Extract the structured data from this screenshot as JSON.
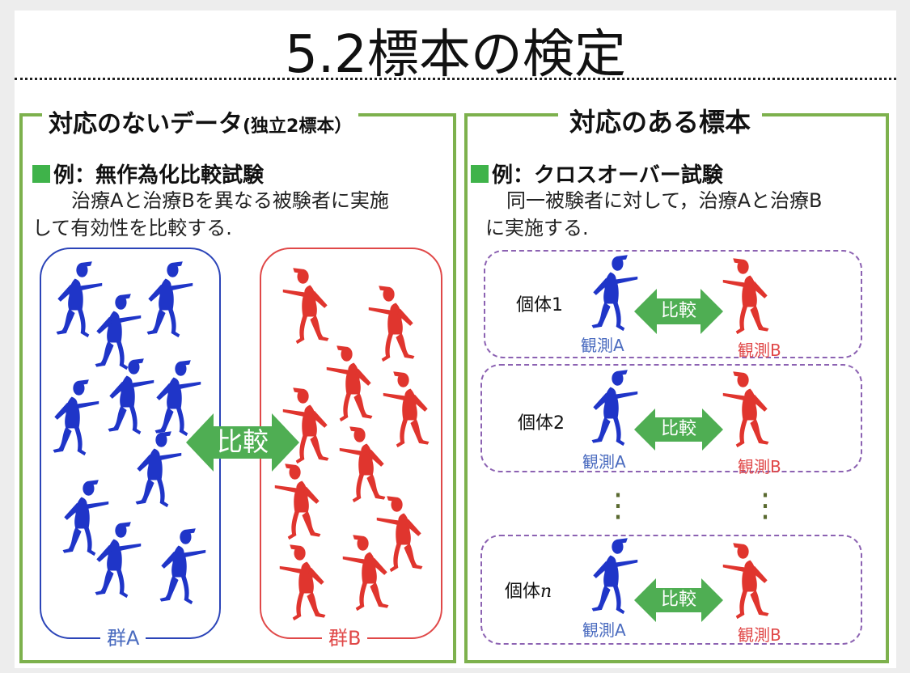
{
  "slide_title": "5.2標本の検定",
  "left_panel": {
    "title_main": "対応のないデータ",
    "title_paren": "(独立2標本）",
    "example_heading": "例：無作為化比較試験",
    "description_line1": "治療Aと治療Bを異なる被験者に実施",
    "description_line2": "して有効性を比較する.",
    "group_a_label": "群A",
    "group_b_label": "群B",
    "compare_label": "比較"
  },
  "right_panel": {
    "title": "対応のある標本",
    "example_heading": "例：クロスオーバー試験",
    "description_line1": "同一被験者に対して，治療Aと治療B",
    "description_line2": "に実施する.",
    "pairs": [
      {
        "individual": "個体1",
        "compare": "比較",
        "obs_a": "観測A",
        "obs_b": "観測B"
      },
      {
        "individual": "個体2",
        "compare": "比較",
        "obs_a": "観測A",
        "obs_b": "観測B"
      },
      {
        "individual_prefix": "個体",
        "individual_var": "n",
        "compare": "比較",
        "obs_a": "観測A",
        "obs_b": "観測B"
      }
    ],
    "ellipsis": "⋮"
  },
  "colors": {
    "green_border": "#7db14d",
    "green_arrow": "#4fae53",
    "blue": "#1f35c8",
    "red": "#e0352e",
    "dash_purple": "#8c62b2"
  },
  "icons": {
    "figure_blue": "pointing-person-blue-icon",
    "figure_red": "pointing-person-red-icon",
    "double_arrow": "double-arrow-icon"
  }
}
